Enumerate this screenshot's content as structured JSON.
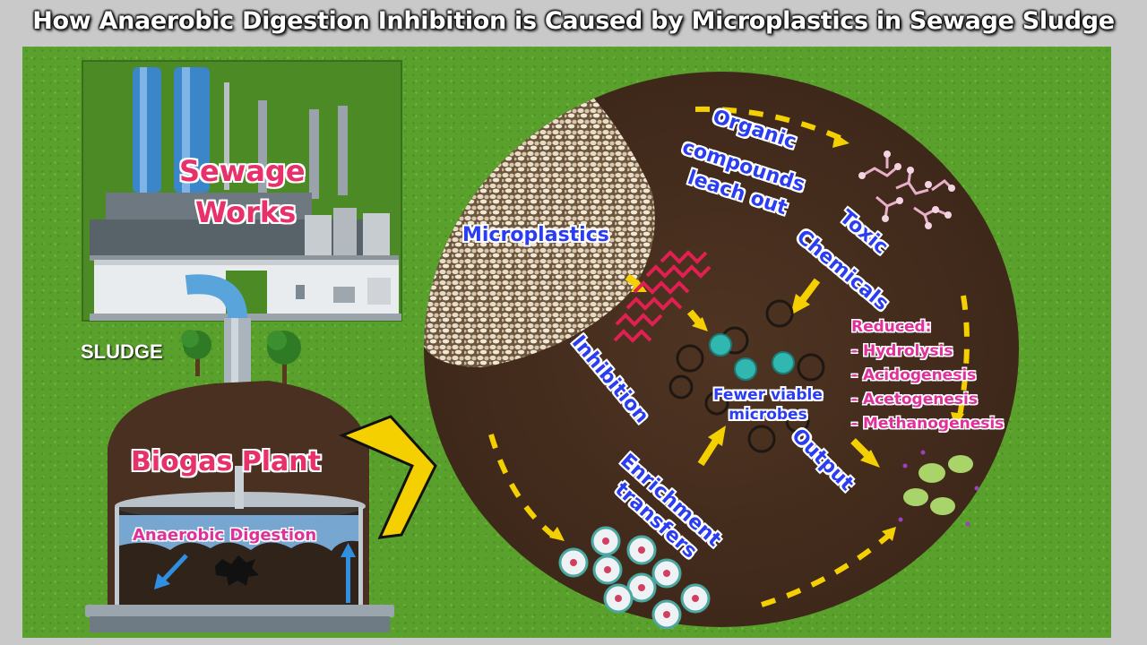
{
  "title": "How Anaerobic Digestion Inhibition is Caused by Microplastics in Sewage Sludge",
  "labels": {
    "sewage_works": [
      "Sewage",
      "Works"
    ],
    "sludge": "SLUDGE",
    "biogas_plant": "Biogas Plant",
    "anaerobic_digestion": "Anaerobic Digestion",
    "microplastics": "Microplastics",
    "organic_compounds": [
      "Organic",
      "compounds",
      "leach out"
    ],
    "toxic_chemicals": [
      "Toxic",
      "Chemicals"
    ],
    "inhibition": "Inhibition",
    "fewer_viable_microbes": [
      "Fewer viable",
      "microbes"
    ],
    "output": "Output",
    "enrichment_transfers": [
      "Enrichment",
      "transfers"
    ],
    "reduced": {
      "heading": "Reduced:",
      "items": [
        "- Hydrolysis",
        "- Acidogenesis",
        "-  Acetogenesis",
        "- Methanogenesis"
      ]
    }
  },
  "colors": {
    "grass": "#5aa02c",
    "soil": "#4a3020",
    "accent_pink": "#e8306a",
    "label_blue": "#2a3df0",
    "arrow_yellow": "#f5d000"
  }
}
